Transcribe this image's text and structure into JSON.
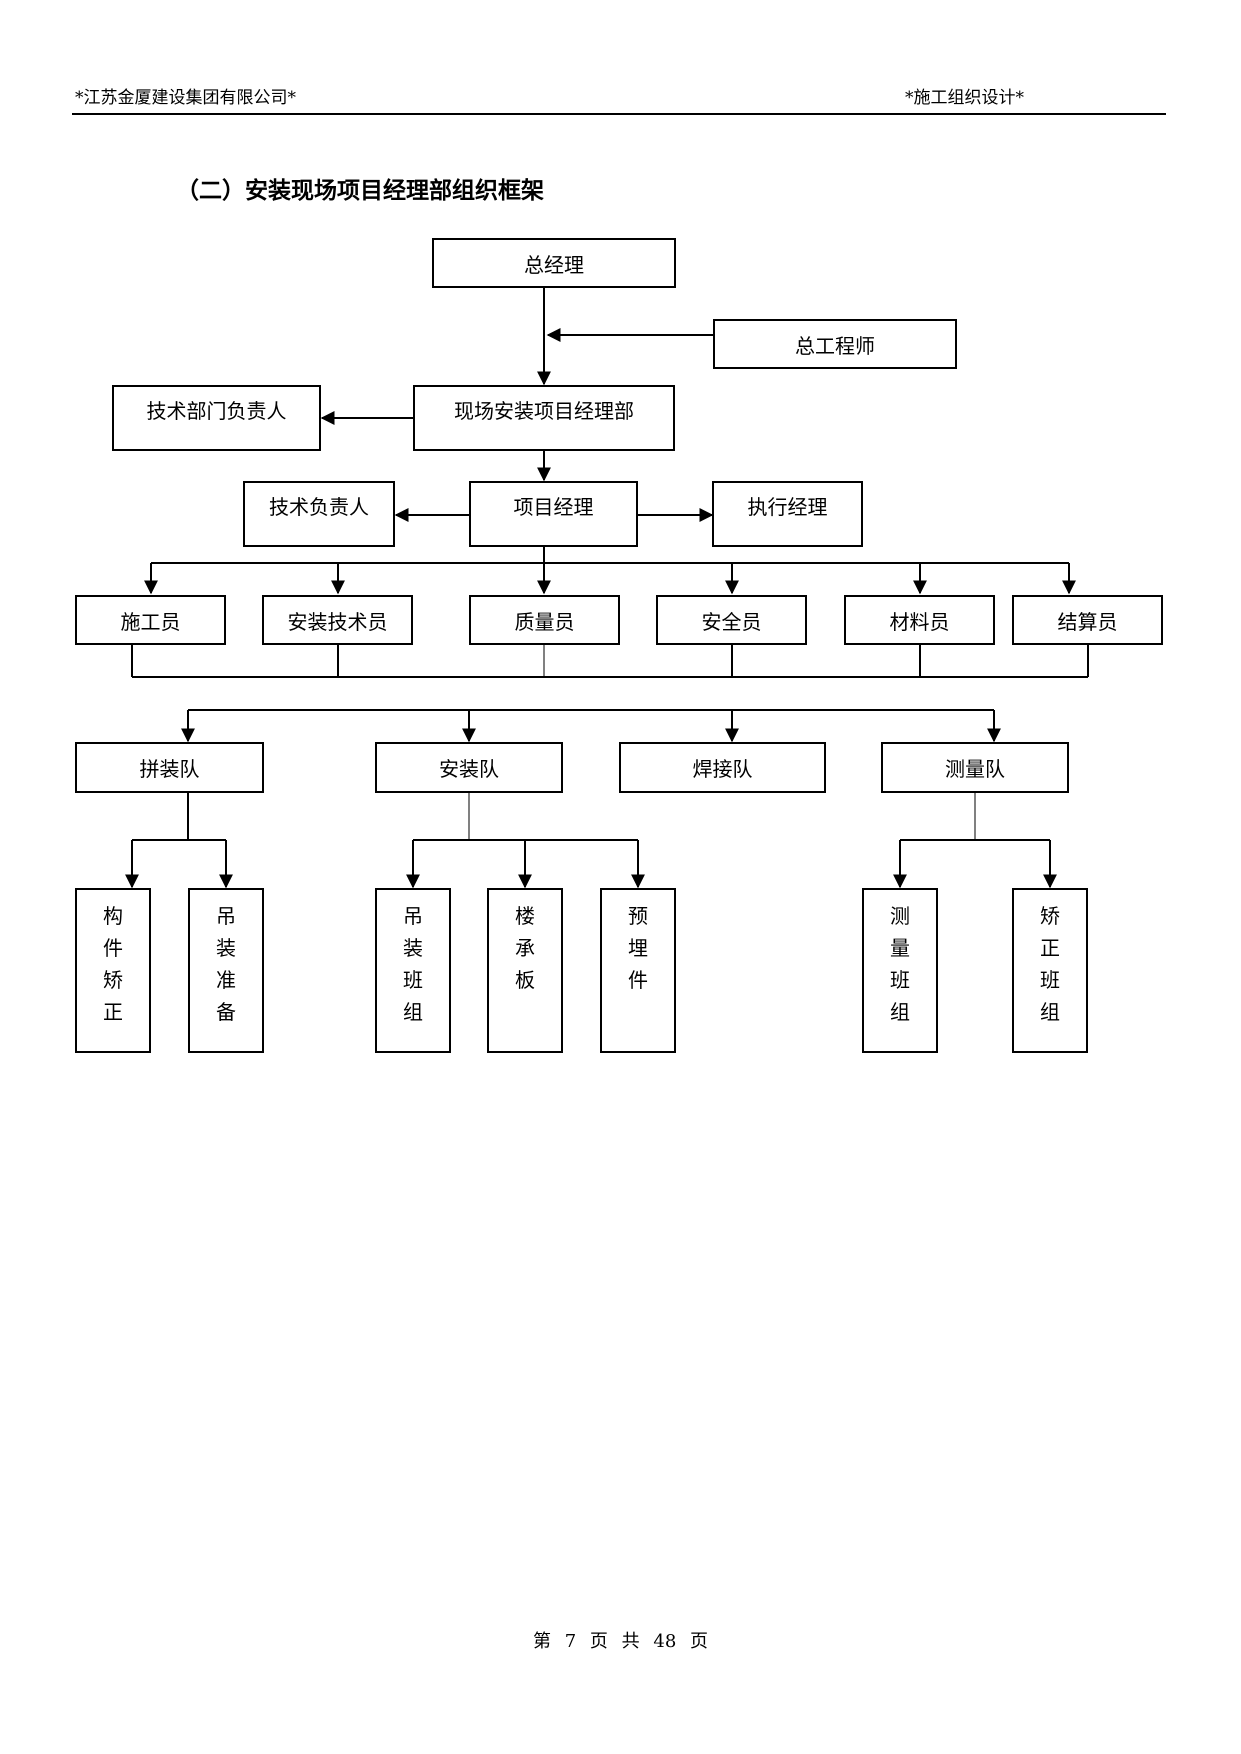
{
  "header": {
    "company": "*江苏金厦建设集团有限公司*",
    "document": "*施工组织设计*"
  },
  "section_title": "（二）安装现场项目经理部组织框架",
  "org_chart": {
    "top": {
      "general_manager": "总经理",
      "chief_engineer": "总工程师",
      "site_dept": "现场安装项目经理部",
      "tech_dept_head": "技术部门负责人"
    },
    "management": {
      "project_manager": "项目经理",
      "tech_lead": "技术负责人",
      "executive_manager": "执行经理"
    },
    "staff": [
      "施工员",
      "安装技术员",
      "质量员",
      "安全员",
      "材料员",
      "结算员"
    ],
    "teams": [
      "拼装队",
      "安装队",
      "焊接队",
      "测量队"
    ],
    "crews": {
      "assembly": [
        "构件矫正",
        "吊装准备"
      ],
      "installation": [
        "吊装班组",
        "楼承板",
        "预埋件"
      ],
      "survey": [
        "测量班组",
        "矫正班组"
      ]
    }
  },
  "footer": {
    "page_label": "第",
    "page_number": "7",
    "page_unit": "页",
    "total_label": "共",
    "total_pages": "48",
    "total_unit": "页"
  }
}
